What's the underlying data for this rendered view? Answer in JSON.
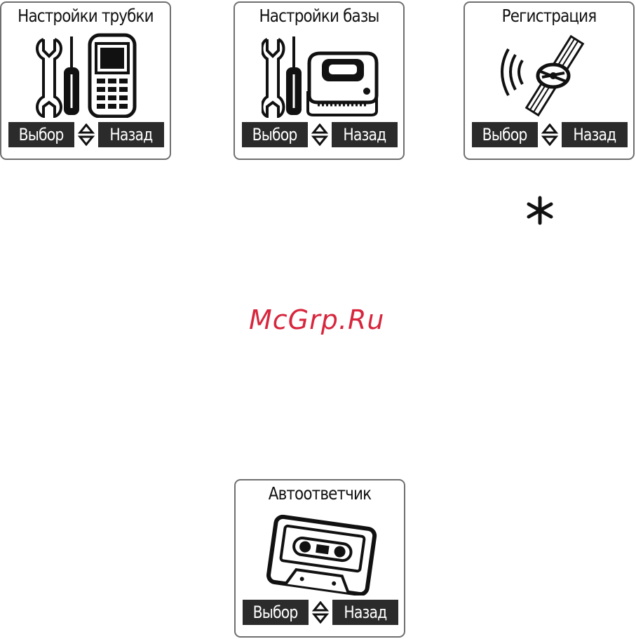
{
  "screens": [
    {
      "title": "Настройки трубки",
      "icon": "tools-handset-icon"
    },
    {
      "title": "Настройки базы",
      "icon": "tools-base-station-icon"
    },
    {
      "title": "Регистрация",
      "icon": "registration-signal-icon"
    },
    {
      "title": "Автоответчик",
      "icon": "cassette-tape-icon"
    }
  ],
  "softkeys": {
    "left": "Выбор",
    "right": "Назад"
  },
  "nav_icon": "up-down-arrows-icon",
  "star_key": "*",
  "watermark": "McGrp.Ru",
  "colors": {
    "softkey_bg": "#2b2b2b",
    "watermark": "#d7263d",
    "frame": "#6f6f6f"
  }
}
